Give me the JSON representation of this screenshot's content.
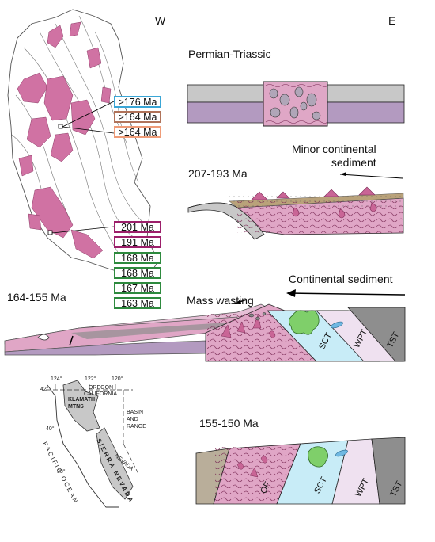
{
  "direction": {
    "west": "W",
    "east": "E"
  },
  "panels": {
    "p1": {
      "title": "Permian-Triassic"
    },
    "p2": {
      "title": "207-193 Ma",
      "annotation": "Minor continental\nsediment"
    },
    "p3": {
      "title": "164-155 Ma",
      "annotation_top": "Continental sediment",
      "annotation_left": "Mass wasting",
      "units": {
        "sct": "SCT",
        "wpt": "WPT",
        "tst": "TST"
      }
    },
    "p4": {
      "title": "155-150 Ma",
      "units": {
        "of": "OF",
        "sct": "SCT",
        "wpt": "WPT",
        "tst": "TST"
      }
    }
  },
  "age_groups": {
    "north": [
      {
        "label": ">176 Ma",
        "color": "#3aa6d6"
      },
      {
        "label": ">164 Ma",
        "color": "#b0735a"
      },
      {
        "label": ">164 Ma",
        "color": "#ef9c78"
      }
    ],
    "south": [
      {
        "label": "201 Ma",
        "color": "#9c1f6a"
      },
      {
        "label": "191 Ma",
        "color": "#9c1f6a"
      },
      {
        "label": "168 Ma",
        "color": "#2e8a3e"
      },
      {
        "label": "168 Ma",
        "color": "#2e8a3e"
      },
      {
        "label": "167 Ma",
        "color": "#2e8a3e"
      },
      {
        "label": "163 Ma",
        "color": "#2e8a3e"
      }
    ]
  },
  "inset_map": {
    "lon_labels": [
      "124°",
      "122°",
      "120°"
    ],
    "lat_labels": [
      "42°",
      "40°",
      "38°"
    ],
    "state_labels": {
      "oregon": "OREGON",
      "california": "CALIFORNIA",
      "nevada": "NEVADA"
    },
    "basin_range": "BASIN\nAND\nRANGE",
    "klamath": "KLAMATH\nMTNS",
    "sierra": "SIERRA NEVADA",
    "ocean": "PACIFIC OCEAN"
  },
  "colors": {
    "pink": "#e0a6c6",
    "magenta": "#c96596",
    "lavender": "#b39ac0",
    "gray": "#c8c8c8",
    "darkgray": "#8e8e8e",
    "green": "#7fcf6a",
    "lightblue": "#c8ecf7",
    "paleviolet": "#efe1f0",
    "tan": "#b9ae9a"
  }
}
